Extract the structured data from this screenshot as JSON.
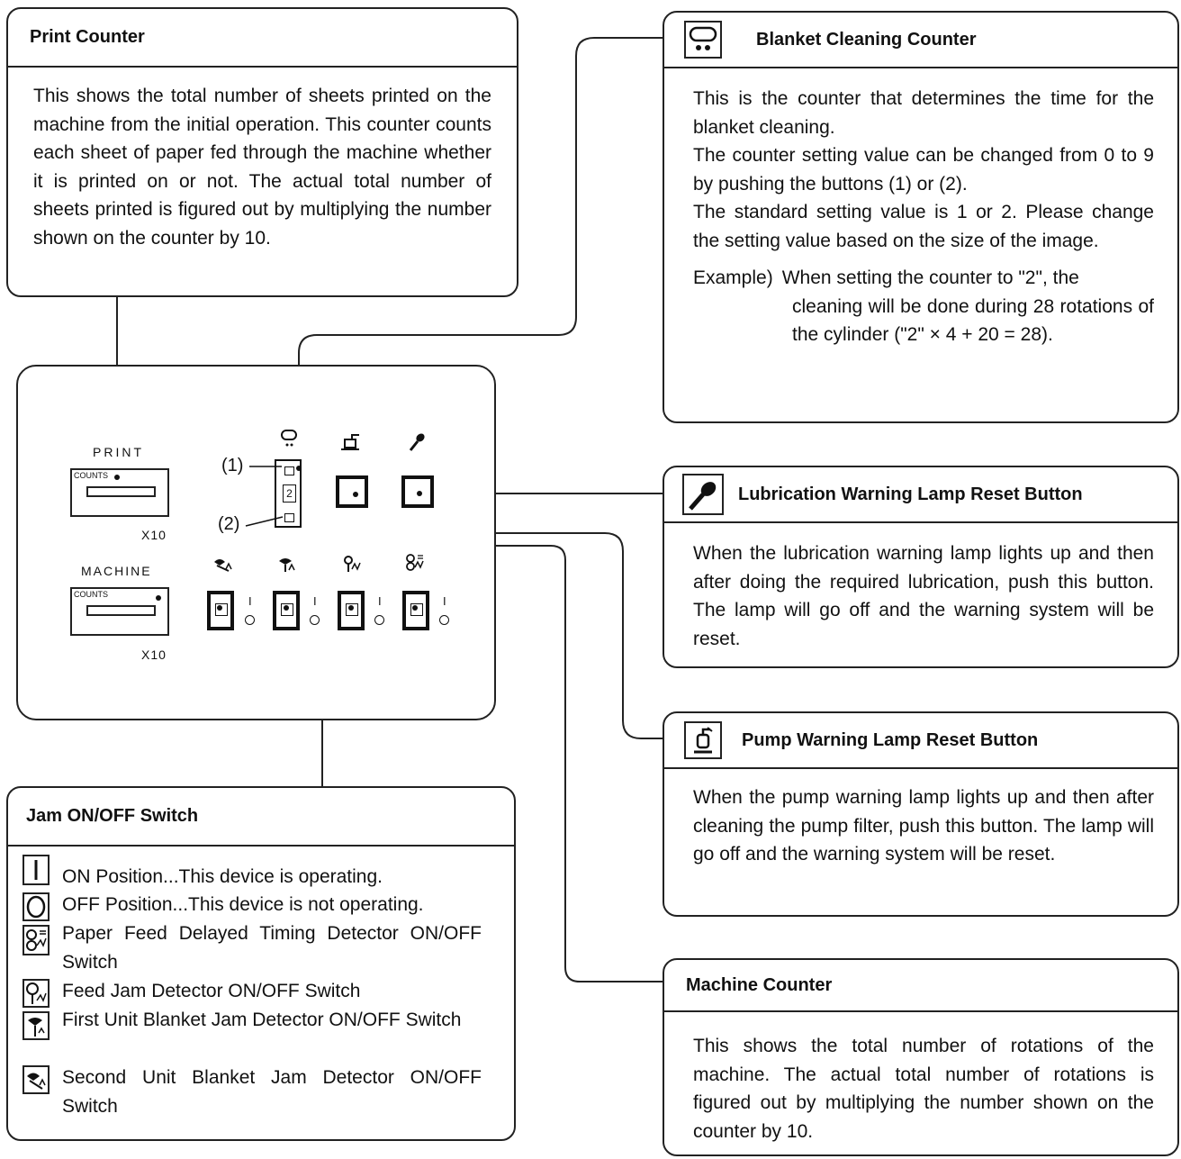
{
  "print_counter": {
    "title": "Print Counter",
    "body": "This shows the total number of sheets printed on the machine from the initial operation. This counter counts each sheet of paper fed through the machine whether it is printed on or not. The actual total number of sheets printed is figured out by multiplying the number shown on the counter by 10."
  },
  "blanket_cleaning": {
    "title": "Blanket Cleaning Counter",
    "para1": "This is the counter that determines the time for the blanket cleaning.",
    "para2": "The counter setting value can be changed from 0 to 9 by pushing the buttons (1) or (2).",
    "para3": "The standard setting value is 1 or 2. Please change the setting value based on the size of the image.",
    "example_label": "Example)",
    "example_line1": "When setting the counter to \"2\", the",
    "example_rest": "cleaning will be done during 28 rotations of the cylinder (\"2\" × 4 + 20 = 28)."
  },
  "lubrication": {
    "title": "Lubrication Warning Lamp Reset Button",
    "body": "When the lubrication warning lamp lights up and then after doing the required lubrication, push this button. The lamp will go off and the warning system will be reset."
  },
  "pump": {
    "title": "Pump Warning Lamp Reset Button",
    "body": "When the pump warning lamp lights up and then after cleaning the pump filter, push this button. The lamp will go off and the warning system will be reset."
  },
  "machine_counter": {
    "title": "Machine Counter",
    "body": "This shows the total number of rotations of the machine. The actual total number of rotations is figured out by multiplying the number shown on the counter by 10."
  },
  "jam_switch": {
    "title": "Jam ON/OFF Switch",
    "items": [
      {
        "icon": "on-position-icon",
        "text": "ON Position...This device is operating."
      },
      {
        "icon": "off-position-icon",
        "text": "OFF Position...This device is not operating."
      },
      {
        "icon": "paper-feed-delayed-icon",
        "text": "Paper Feed Delayed Timing Detector ON/OFF Switch"
      },
      {
        "icon": "feed-jam-icon",
        "text": "Feed Jam Detector ON/OFF Switch"
      },
      {
        "icon": "first-unit-jam-icon",
        "text": "First Unit Blanket Jam Detector ON/OFF Switch"
      },
      {
        "icon": "second-unit-jam-icon",
        "text": "Second Unit Blanket Jam Detector ON/OFF Switch"
      }
    ]
  },
  "panel": {
    "print_label": "PRINT",
    "machine_label": "MACHINE",
    "counts_label": "COUNTS",
    "multiplier": "X10",
    "callout_1": "(1)",
    "callout_2": "(2)",
    "setting_value": "2",
    "on_mark": "I"
  }
}
